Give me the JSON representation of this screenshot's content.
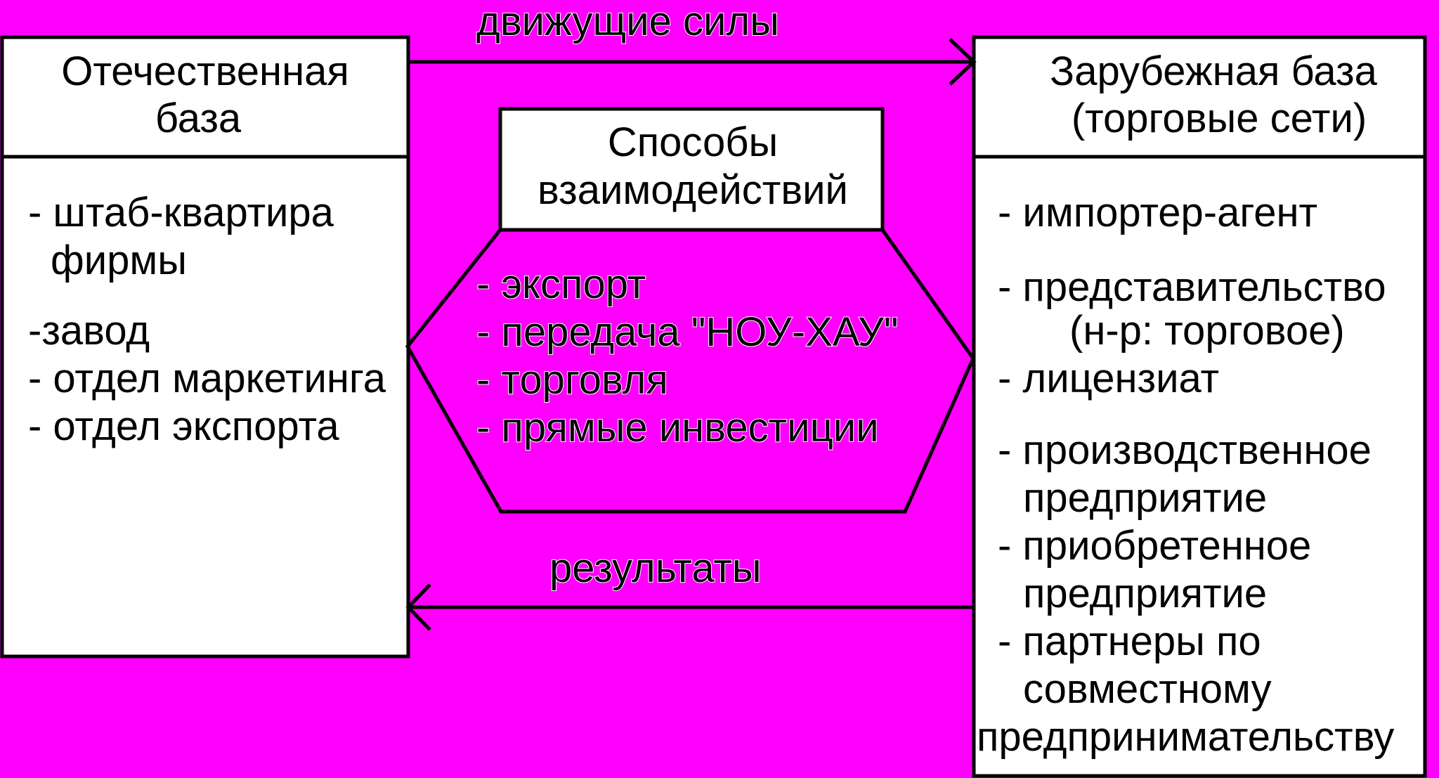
{
  "colors": {
    "background": "#ff00ff",
    "box_fill": "#ffffff",
    "line": "#000000"
  },
  "domestic": {
    "title": [
      "Отечественная",
      "база"
    ],
    "items": [
      "- штаб-квартира",
      "фирмы",
      "-завод",
      "- отдел маркетинга",
      "- отдел экспорта"
    ]
  },
  "foreign": {
    "title": [
      "Зарубежная база",
      "(торговые сети)"
    ],
    "items": [
      "- импортер-агент",
      "- представительство",
      "(н-р: торговое)",
      "- лицензиат",
      "- производственное",
      "предприятие",
      "- приобретенное",
      "предприятие",
      "- партнеры по",
      "совместному",
      "предпринимательству"
    ]
  },
  "methods": {
    "title": [
      "Способы",
      "взаимодействий"
    ],
    "items": [
      "- экспорт",
      "- передача \"НОУ-ХАУ\"",
      "- торговля",
      "- прямые инвестиции"
    ]
  },
  "flows": {
    "forward_label": "движущие силы",
    "backward_label": "результаты"
  }
}
